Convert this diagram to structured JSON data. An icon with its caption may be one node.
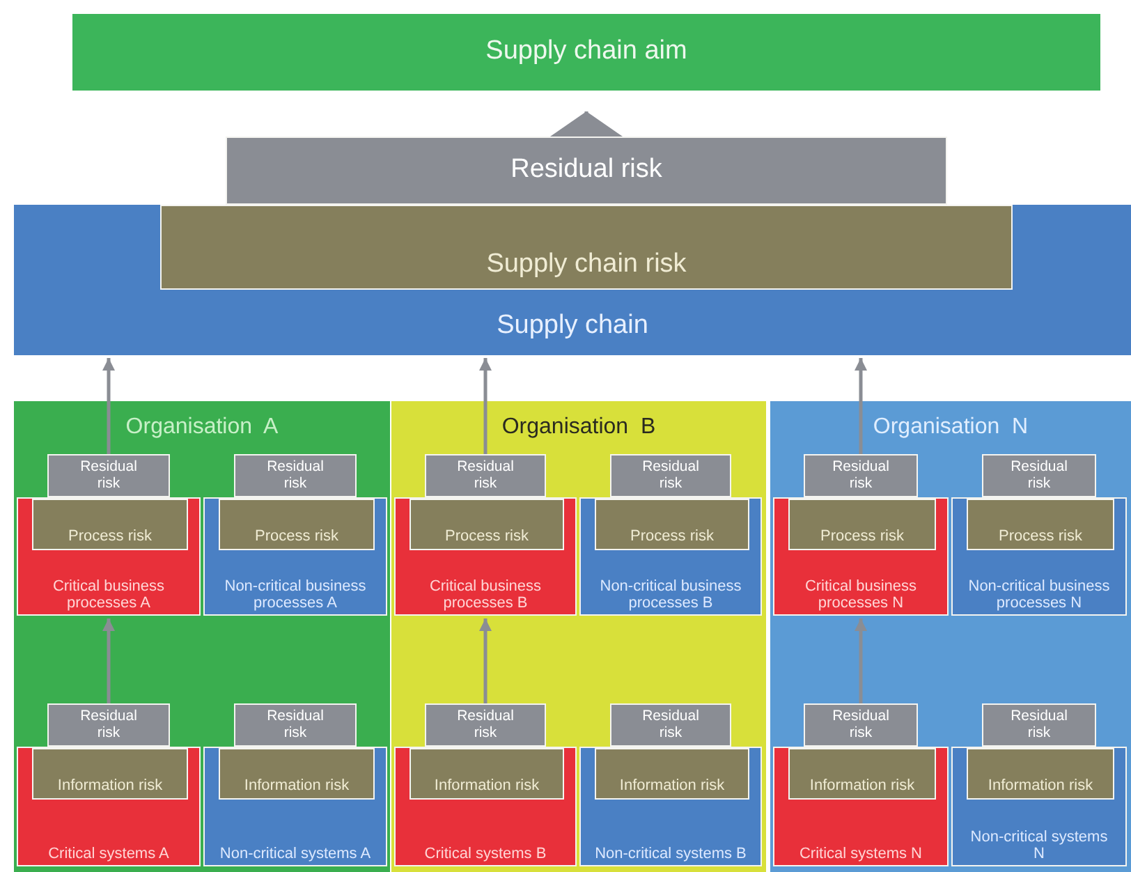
{
  "diagram": {
    "nodes": [
      {
        "text": [
          "Supply chain aim"
        ]
      },
      {
        "text": [
          "Residual risk"
        ]
      },
      {
        "text": [
          "Supply chain"
        ]
      },
      {
        "text": [
          "Supply chain risk"
        ],
        "in": 2
      },
      {
        "text": [
          "Organisation  A"
        ]
      },
      {
        "text": [
          "Residual risk"
        ],
        "in": 4
      },
      {
        "text": [
          "Critical business processes A"
        ],
        "in": 4
      },
      {
        "text": [
          "Process risk"
        ],
        "in": 6
      },
      {
        "text": [
          "Residual risk"
        ],
        "in": 4
      },
      {
        "text": [
          "Non-critical business processes A"
        ],
        "in": 4
      },
      {
        "text": [
          "Process risk"
        ],
        "in": 9
      },
      {
        "text": [
          "Residual risk"
        ],
        "in": 4
      },
      {
        "text": [
          "Critical systems A"
        ],
        "in": 4
      },
      {
        "text": [
          "Information risk"
        ],
        "in": 12
      },
      {
        "text": [
          "Residual risk"
        ],
        "in": 4
      },
      {
        "text": [
          "Non-critical systems A"
        ],
        "in": 4
      },
      {
        "text": [
          "Information risk"
        ],
        "in": 15
      },
      {
        "text": [
          "Organisation  B"
        ]
      },
      {
        "text": [
          "Residual risk"
        ],
        "in": 17
      },
      {
        "text": [
          "Critical business processes B"
        ],
        "in": 17
      },
      {
        "text": [
          "Process risk"
        ],
        "in": 19
      },
      {
        "text": [
          "Residual risk"
        ],
        "in": 17
      },
      {
        "text": [
          "Non-critical business processes B"
        ],
        "in": 17
      },
      {
        "text": [
          "Process risk"
        ],
        "in": 22
      },
      {
        "text": [
          "Residual risk"
        ],
        "in": 17
      },
      {
        "text": [
          "Critical systems B"
        ],
        "in": 17
      },
      {
        "text": [
          "Information risk"
        ],
        "in": 25
      },
      {
        "text": [
          "Residual risk"
        ],
        "in": 17
      },
      {
        "text": [
          "Non-critical systems B"
        ],
        "in": 17
      },
      {
        "text": [
          "Information risk"
        ],
        "in": 28
      },
      {
        "text": [
          "Organisation  N"
        ]
      },
      {
        "text": [
          "Residual risk"
        ],
        "in": 30
      },
      {
        "text": [
          "Critical business processes N"
        ],
        "in": 30
      },
      {
        "text": [
          "Process risk"
        ],
        "in": 32
      },
      {
        "text": [
          "Residual risk"
        ],
        "in": 30
      },
      {
        "text": [
          "Non-critical business processes N"
        ],
        "in": 30
      },
      {
        "text": [
          "Process risk"
        ],
        "in": 35
      },
      {
        "text": [
          "Residual risk"
        ],
        "in": 30
      },
      {
        "text": [
          "Critical systems N"
        ],
        "in": 30
      },
      {
        "text": [
          "Information risk"
        ],
        "in": 38
      },
      {
        "text": [
          "Residual risk"
        ],
        "in": 30
      },
      {
        "text": [
          "Non-critical systems N"
        ],
        "in": 30
      },
      {
        "text": [
          "Information risk"
        ],
        "in": 41
      }
    ],
    "edges": [
      {
        "from": 1,
        "to": 0,
        "arrow": "to"
      },
      {
        "from": 5,
        "to": 2,
        "arrow": "to"
      },
      {
        "from": 11,
        "to": 6,
        "arrow": "to"
      },
      {
        "from": 18,
        "to": 2,
        "arrow": "to"
      },
      {
        "from": 24,
        "to": 19,
        "arrow": "to"
      },
      {
        "from": 31,
        "to": 2,
        "arrow": "to"
      },
      {
        "from": 37,
        "to": 32,
        "arrow": "to"
      }
    ]
  }
}
